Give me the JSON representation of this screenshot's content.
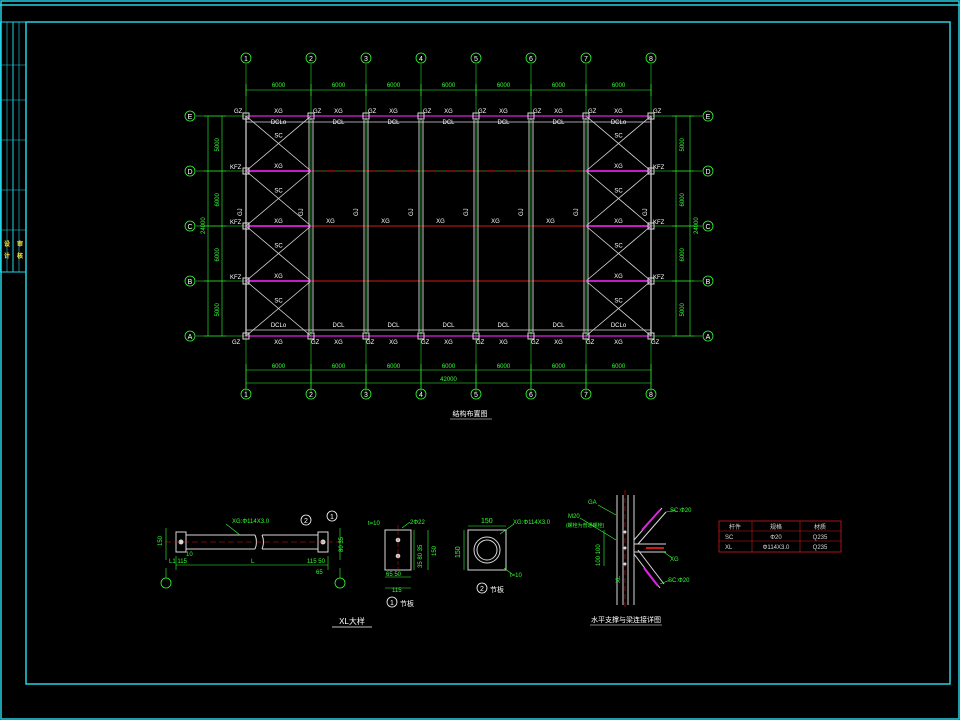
{
  "colors": {
    "background": "#000000",
    "border": "#22d3e6",
    "grid": "#d8d8d8",
    "dim": "#33ff33",
    "label": "#ffffff",
    "beam_red": "#d01818",
    "beam_magenta": "#e020e0",
    "bracing": "#d8d8d8",
    "table_border": "#d01818"
  },
  "plan": {
    "grid_cols": [
      "1",
      "2",
      "3",
      "4",
      "5",
      "6",
      "7",
      "8"
    ],
    "grid_rows": [
      "A",
      "B",
      "C",
      "D",
      "E"
    ],
    "top_spacings": [
      "6000",
      "6000",
      "6000",
      "6000",
      "6000",
      "6000",
      "6000"
    ],
    "bottom_spacings": [
      "6000",
      "6000",
      "6000",
      "6000",
      "6000",
      "6000",
      "6000"
    ],
    "bottom_total": "42000",
    "left_spacings": [
      "5000",
      "6000",
      "6000",
      "5000"
    ],
    "right_spacings": [
      "5000",
      "6000",
      "6000",
      "5000"
    ],
    "left_total": "24000",
    "right_total": "24000",
    "title": "结构布置图",
    "labels": {
      "xg": "XG",
      "gz": "GZ",
      "sc": "SC",
      "dcl": "DCL",
      "dclo": "DCLo",
      "kfz": "KFZ",
      "gj": "GJ"
    }
  },
  "details": {
    "xl": {
      "title": "XL大样",
      "spec": "XG:Φ114X3.0",
      "dim_150": "150",
      "dim_l": "L",
      "dim_l115": "L1 115",
      "dim_10": "10",
      "dim_right": "115 50",
      "dim_side": "80 35",
      "dim_65": "65",
      "marker_1": "1",
      "marker_2": "2"
    },
    "plate1": {
      "title": "节板",
      "marker": "1",
      "t": "t=10",
      "holes": "2Φ22",
      "dims_v": "35 80 35",
      "dim_150": "150",
      "dims_h": "65 50",
      "dim_115": "115"
    },
    "plate2": {
      "title": "节板",
      "marker": "2",
      "spec": "XG:Φ114X3.0",
      "dim_top": "150",
      "dim_left": "150",
      "t": "t=10"
    },
    "joint": {
      "title": "水平支撑与梁连接详图",
      "label_ga": "GA",
      "label_m20": "M20",
      "label_note": "(螺栓为普通螺栓)",
      "label_sc_top": "SC:Φ20",
      "label_xg": "XG",
      "label_sc_bot": "SC:Φ20",
      "label_xl": "XL",
      "dim_100": "100 100"
    }
  },
  "table": {
    "headers": [
      "杆件",
      "规格",
      "材质"
    ],
    "rows": [
      [
        "SC",
        "Φ20",
        "Q235"
      ],
      [
        "XL",
        "Φ114X3.0",
        "Q235"
      ]
    ]
  },
  "titleblock": {
    "cells": [
      "设",
      "计",
      "审",
      "核"
    ]
  }
}
